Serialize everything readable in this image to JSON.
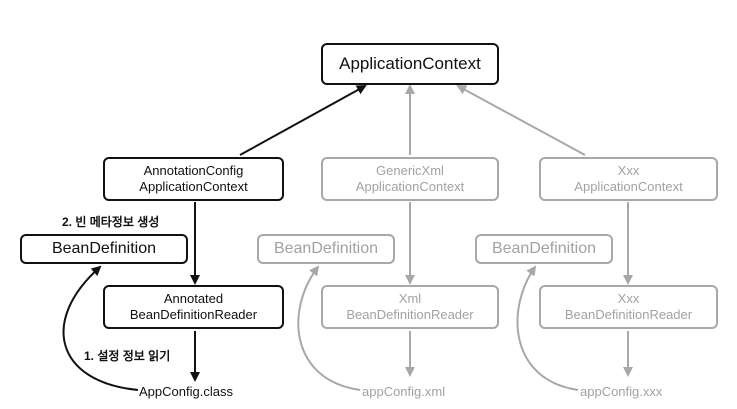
{
  "root": {
    "label": "ApplicationContext"
  },
  "contexts": [
    {
      "line1": "AnnotationConfig",
      "line2": "ApplicationContext"
    },
    {
      "line1": "GenericXml",
      "line2": "ApplicationContext"
    },
    {
      "line1": "Xxx",
      "line2": "ApplicationContext"
    }
  ],
  "bean_definitions": [
    "BeanDefinition",
    "BeanDefinition",
    "BeanDefinition"
  ],
  "readers": [
    {
      "line1": "Annotated",
      "line2": "BeanDefinitionReader"
    },
    {
      "line1": "Xml",
      "line2": "BeanDefinitionReader"
    },
    {
      "line1": "Xxx",
      "line2": "BeanDefinitionReader"
    }
  ],
  "sources": [
    "AppConfig.class",
    "appConfig.xml",
    "appConfig.xxx"
  ],
  "steps": {
    "read_config": "1. 설정 정보 읽기",
    "create_meta": "2. 빈 메타정보 생성"
  },
  "colors": {
    "active": "#111111",
    "inactive": "#a8a8a8"
  }
}
